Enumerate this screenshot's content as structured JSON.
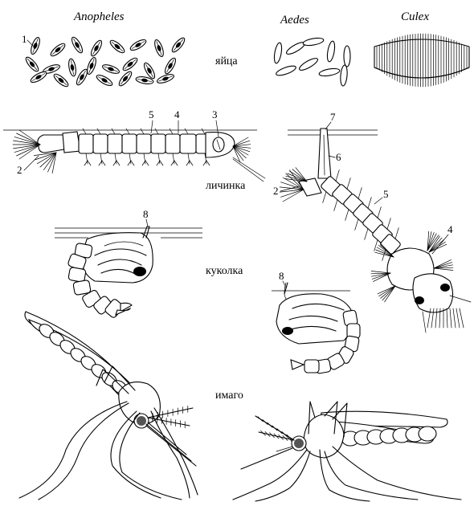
{
  "genera": {
    "anopheles": "Anopheles",
    "aedes": "Aedes",
    "culex": "Culex"
  },
  "stages": {
    "eggs": "яйца",
    "larva": "личинка",
    "pupa": "куколка",
    "imago": "имаго"
  },
  "callouts": {
    "n1": "1",
    "n2a": "2",
    "n2b": "2",
    "n3": "3",
    "n4a": "4",
    "n4b": "4",
    "n5a": "5",
    "n5b": "5",
    "n6": "6",
    "n7": "7",
    "n8a": "8",
    "n8b": "8"
  }
}
